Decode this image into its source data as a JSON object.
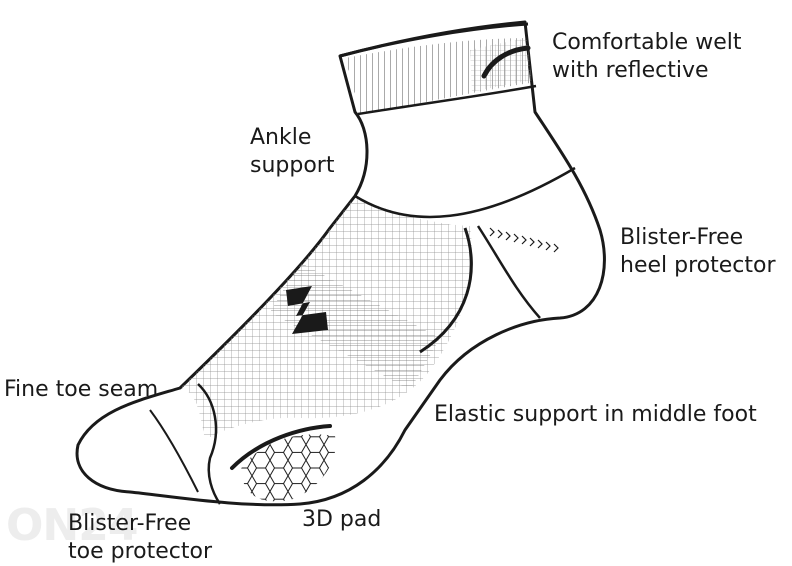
{
  "labels": {
    "welt": [
      "Comfortable welt",
      "with reflective"
    ],
    "ankle": [
      "Ankle",
      "support"
    ],
    "heel": [
      "Blister-Free",
      "heel protector"
    ],
    "toe_seam": [
      "Fine toe seam"
    ],
    "middle_foot": [
      "Elastic support in middle foot"
    ],
    "toe_protector": [
      "Blister-Free",
      "toe protector"
    ],
    "pad": [
      "3D pad"
    ]
  },
  "watermark": "ON24",
  "colors": {
    "ink": "#1a1a1a",
    "hatch": "#8a8a8a",
    "background": "#ffffff",
    "watermark": "#ededed"
  }
}
